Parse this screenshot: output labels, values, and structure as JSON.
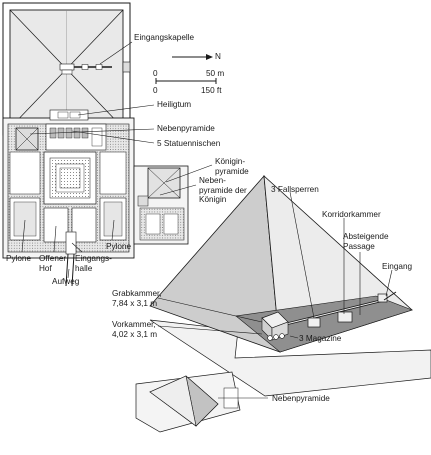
{
  "labels": {
    "entrance_chapel": "Eingangskapelle",
    "north": "N",
    "scale_zero": "0",
    "scale_m": "50 m",
    "scale_zero_ft": "0",
    "scale_ft": "150 ft",
    "sanctuary": "Heiligtum",
    "subsidiary_pyramid_top": "Nebenpyramide",
    "statue_niches": "5 Statuennischen",
    "queen_pyramid": "Königin-\npyramide",
    "queen_subsidiary": "Neben-\npyramide der\nKönigin",
    "pylon_left": "Pylone",
    "open_court": "Offener\nHof",
    "entrance_hall": "Eingangs-\nhalle",
    "pylon_right": "Pylone",
    "causeway": "Aufweg",
    "portcullis": "3 Fallsperren",
    "corridor_chamber": "Korridorkammer",
    "descending_passage": "Absteigende\nPassage",
    "entrance": "Eingang",
    "burial_chamber": "Grabkammer,\n7,84 x 3,1 m",
    "antechamber": "Vorkammer,\n4,02 x 3,1 m",
    "magazines": "3 Magazine",
    "subsidiary_pyramid_bottom": "Nebenpyramide"
  },
  "colors": {
    "ink": "#1a1a1a",
    "pyramid_light": "#e6e6e6",
    "pyramid_mid": "#c9c9c9",
    "pyramid_dark": "#9e9e9e",
    "wall": "#d8d8d8",
    "floor": "#bdbdbd"
  }
}
